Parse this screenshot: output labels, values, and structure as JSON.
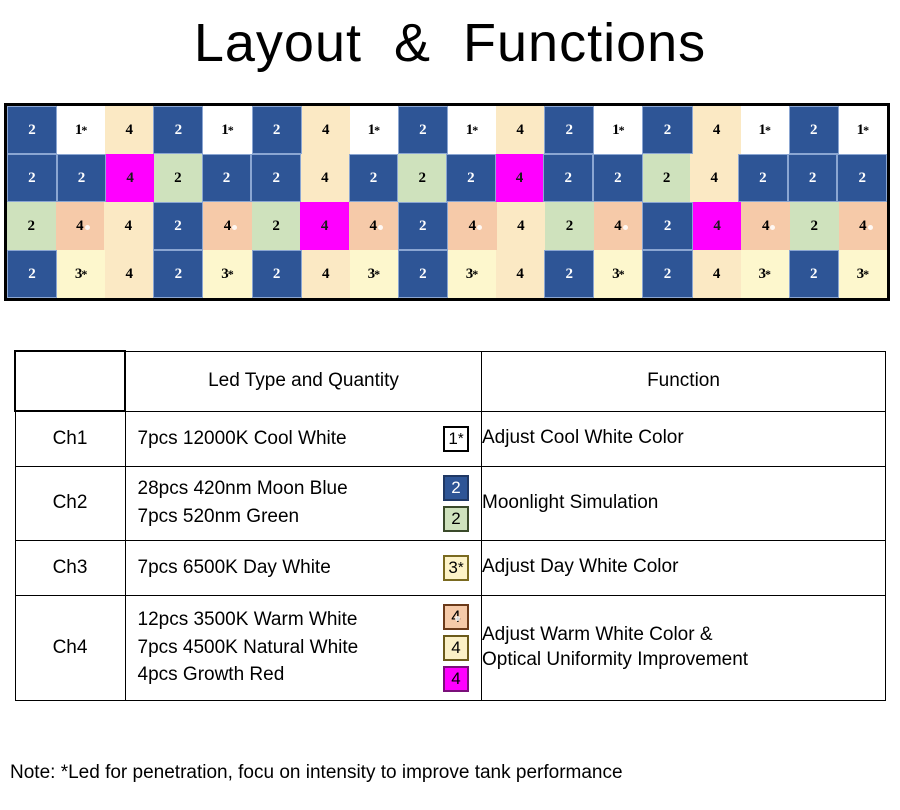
{
  "title": "Layout  &  Functions",
  "note": "Note: *Led for penetration, focu on intensity to improve tank performance",
  "colors": {
    "blue": "#2e5596",
    "white": "#ffffff",
    "cream": "#fbe9c4",
    "green": "#cfe2bd",
    "peach": "#f6caa9",
    "pale_yellow": "#fdf7cd",
    "magenta": "#ff00ff"
  },
  "led_grid": {
    "columns": 18,
    "rows": [
      [
        {
          "label": "2",
          "color": "blue"
        },
        {
          "label": "1",
          "star": true,
          "color": "white"
        },
        {
          "label": "4",
          "color": "cream"
        },
        {
          "label": "2",
          "color": "blue"
        },
        {
          "label": "1",
          "star": true,
          "color": "white"
        },
        {
          "label": "2",
          "color": "blue"
        },
        {
          "label": "4",
          "color": "cream"
        },
        {
          "label": "1",
          "star": true,
          "color": "white"
        },
        {
          "label": "2",
          "color": "blue"
        },
        {
          "label": "1",
          "star": true,
          "color": "white"
        },
        {
          "label": "4",
          "color": "cream"
        },
        {
          "label": "2",
          "color": "blue"
        },
        {
          "label": "1",
          "star": true,
          "color": "white"
        },
        {
          "label": "2",
          "color": "blue"
        },
        {
          "label": "4",
          "color": "cream"
        },
        {
          "label": "1",
          "star": true,
          "color": "white"
        },
        {
          "label": "2",
          "color": "blue"
        },
        {
          "label": "1",
          "star": true,
          "color": "white"
        }
      ],
      [
        {
          "label": "2",
          "color": "blue"
        },
        {
          "label": "2",
          "color": "blue"
        },
        {
          "label": "4",
          "color": "magenta"
        },
        {
          "label": "2",
          "color": "green"
        },
        {
          "label": "2",
          "color": "blue"
        },
        {
          "label": "2",
          "color": "blue"
        },
        {
          "label": "4",
          "color": "cream"
        },
        {
          "label": "2",
          "color": "blue"
        },
        {
          "label": "2",
          "color": "green"
        },
        {
          "label": "2",
          "color": "blue"
        },
        {
          "label": "4",
          "color": "magenta"
        },
        {
          "label": "2",
          "color": "blue"
        },
        {
          "label": "2",
          "color": "blue"
        },
        {
          "label": "2",
          "color": "green"
        },
        {
          "label": "4",
          "color": "cream"
        },
        {
          "label": "2",
          "color": "blue"
        },
        {
          "label": "2",
          "color": "blue"
        },
        {
          "label": "2",
          "color": "blue"
        }
      ],
      [
        {
          "label": "2",
          "color": "green"
        },
        {
          "label": "4",
          "color": "peach",
          "glow": true
        },
        {
          "label": "4",
          "color": "cream"
        },
        {
          "label": "2",
          "color": "blue"
        },
        {
          "label": "4",
          "color": "peach",
          "glow": true
        },
        {
          "label": "2",
          "color": "green"
        },
        {
          "label": "4",
          "color": "magenta"
        },
        {
          "label": "4",
          "color": "peach",
          "glow": true
        },
        {
          "label": "2",
          "color": "blue"
        },
        {
          "label": "4",
          "color": "peach",
          "glow": true
        },
        {
          "label": "4",
          "color": "cream"
        },
        {
          "label": "2",
          "color": "green"
        },
        {
          "label": "4",
          "color": "peach",
          "glow": true
        },
        {
          "label": "2",
          "color": "blue"
        },
        {
          "label": "4",
          "color": "magenta"
        },
        {
          "label": "4",
          "color": "peach",
          "glow": true
        },
        {
          "label": "2",
          "color": "green"
        },
        {
          "label": "4",
          "color": "peach",
          "glow": true
        }
      ],
      [
        {
          "label": "2",
          "color": "blue"
        },
        {
          "label": "3",
          "star": true,
          "color": "pale_yellow"
        },
        {
          "label": "4",
          "color": "cream"
        },
        {
          "label": "2",
          "color": "blue"
        },
        {
          "label": "3",
          "star": true,
          "color": "pale_yellow"
        },
        {
          "label": "2",
          "color": "blue"
        },
        {
          "label": "4",
          "color": "cream"
        },
        {
          "label": "3",
          "star": true,
          "color": "pale_yellow"
        },
        {
          "label": "2",
          "color": "blue"
        },
        {
          "label": "3",
          "star": true,
          "color": "pale_yellow"
        },
        {
          "label": "4",
          "color": "cream"
        },
        {
          "label": "2",
          "color": "blue"
        },
        {
          "label": "3",
          "star": true,
          "color": "pale_yellow"
        },
        {
          "label": "2",
          "color": "blue"
        },
        {
          "label": "4",
          "color": "cream"
        },
        {
          "label": "3",
          "star": true,
          "color": "pale_yellow"
        },
        {
          "label": "2",
          "color": "blue"
        },
        {
          "label": "3",
          "star": true,
          "color": "pale_yellow"
        }
      ]
    ]
  },
  "spec_table": {
    "headers": {
      "channel": "",
      "led_type": "Led Type and Quantity",
      "function": "Function"
    },
    "rows": [
      {
        "channel": "Ch1",
        "led_lines": [
          "7pcs 12000K Cool White"
        ],
        "badges": [
          {
            "label": "1",
            "star": true,
            "color": "white"
          }
        ],
        "function_lines": [
          "Adjust Cool White Color"
        ]
      },
      {
        "channel": "Ch2",
        "led_lines": [
          "28pcs 420nm Moon Blue",
          "7pcs 520nm Green"
        ],
        "badges": [
          {
            "label": "2",
            "color": "blue"
          },
          {
            "label": "2",
            "color": "green"
          }
        ],
        "function_lines": [
          "Moonlight Simulation"
        ]
      },
      {
        "channel": "Ch3",
        "led_lines": [
          "7pcs 6500K Day White"
        ],
        "badges": [
          {
            "label": "3",
            "star": true,
            "color": "pale_yellow"
          }
        ],
        "function_lines": [
          "Adjust Day White Color"
        ]
      },
      {
        "channel": "Ch4",
        "led_lines": [
          "12pcs 3500K Warm White",
          "7pcs 4500K Natural White",
          "4pcs Growth Red"
        ],
        "badges": [
          {
            "label": "4",
            "color": "peach",
            "glow": true
          },
          {
            "label": "4",
            "color": "cream"
          },
          {
            "label": "4",
            "color": "magenta"
          }
        ],
        "function_lines": [
          "Adjust Warm White Color &",
          "Optical Uniformity Improvement"
        ]
      }
    ]
  }
}
